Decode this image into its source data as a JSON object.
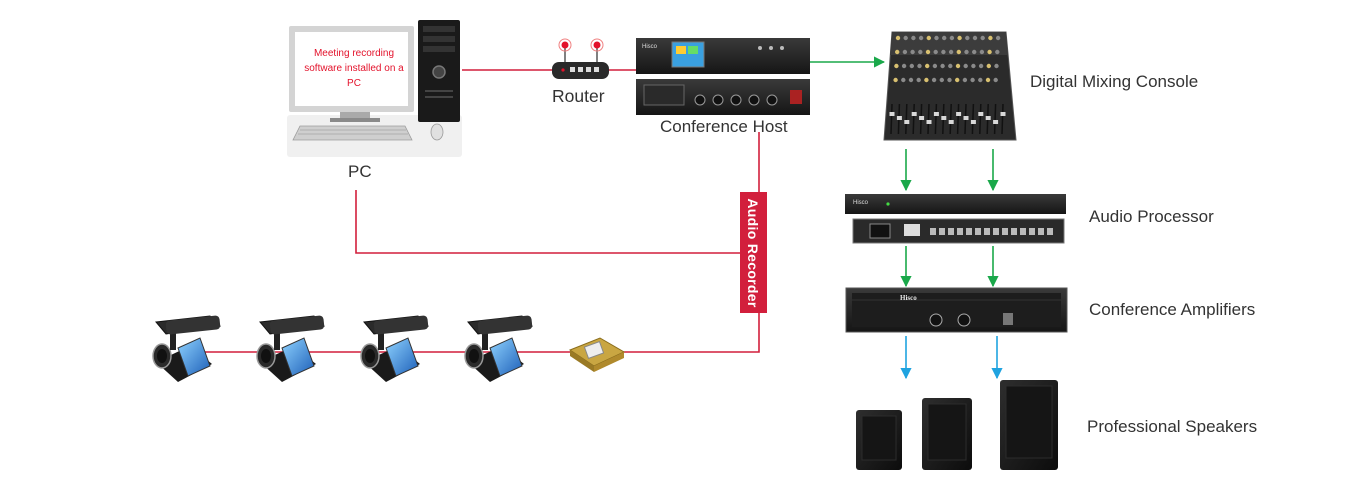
{
  "colors": {
    "red_link": "#d21f3c",
    "green_link": "#1aa84a",
    "blue_link": "#1fa3e0",
    "label_text": "#333333"
  },
  "devices": {
    "pc": {
      "label": "PC",
      "screen_text_line1": "Meeting recording",
      "screen_text_line2": "software installed on a PC",
      "icon": "desktop-computer-icon"
    },
    "router": {
      "label": "Router",
      "icon": "router-icon"
    },
    "conference_host": {
      "label": "Conference Host",
      "brand": "Hisco",
      "icon": "conference-host-icon"
    },
    "audio_recorder": {
      "label": "Audio Recorder"
    },
    "mixing_console": {
      "label": "Digital Mixing Console",
      "icon": "mixing-console-icon"
    },
    "audio_processor": {
      "label": "Audio Processor",
      "brand": "Hisco",
      "icon": "audio-processor-icon"
    },
    "amplifiers": {
      "label": "Conference Amplifiers",
      "brand": "Hisco",
      "icon": "amplifier-icon"
    },
    "speakers": {
      "label": "Professional Speakers",
      "icon": "speaker-icon"
    },
    "microphones": {
      "count": 4,
      "icon": "conference-microphone-icon"
    },
    "floor_socket": {
      "icon": "floor-socket-icon"
    }
  }
}
